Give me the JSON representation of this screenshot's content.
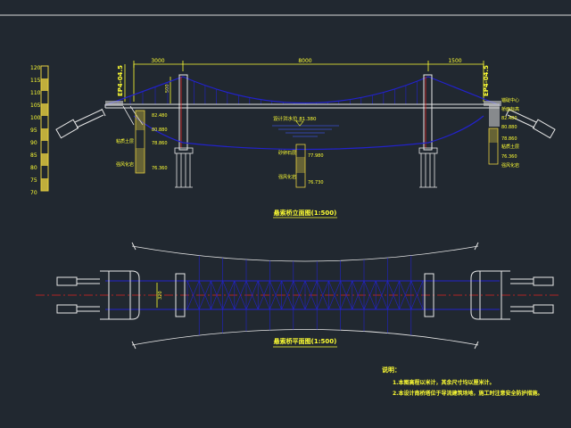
{
  "colors": {
    "background": "#212830",
    "frame": "#d8d8d8",
    "structure": "#e8e8e8",
    "cable": "#2222cc",
    "dimension": "#ffff33",
    "annotation": "#ffff33",
    "centerline": "#dd2222",
    "water": "#3a4fd0",
    "hatch": "#e8d040"
  },
  "elevation": {
    "title": "悬索桥立面图(1:500)",
    "dims": {
      "left_span": "3000",
      "main_span": "8000",
      "right_span": "1500",
      "tower_height": "500"
    },
    "left_anchor_label": "EP4-04.5",
    "right_anchor_label": "EP4-04.5",
    "design_water_level": "设计洪水位 81.380",
    "left_level_top": "82.480",
    "left_level_mid": "80.880",
    "left_level_low": "78.860",
    "left_level_bottom": "76.360",
    "mid_level_1": "77.980",
    "mid_level_2": "76.730",
    "right_level_top": "82.480",
    "right_level_mid": "80.880",
    "right_level_low": "78.860",
    "right_level_bottom": "76.360",
    "left_soil_1": "粘质土层",
    "left_soil_2": "强风化岩",
    "mid_soil_1": "砂卵石层",
    "mid_soil_2": "强风化岩",
    "right_soil_1": "粘质土层",
    "right_soil_2": "强风化岩",
    "right_label_top": "锚碇中心",
    "right_label_mid": "桥面标高",
    "scale_values": [
      "70",
      "75",
      "80",
      "85",
      "90",
      "95",
      "100",
      "105",
      "110",
      "115",
      "120"
    ]
  },
  "plan": {
    "title": "悬索桥平面图(1:500)",
    "deck_width": "320"
  },
  "notes": {
    "heading": "说明：",
    "line1": "1.本图高程以米计，其余尺寸均以厘米计。",
    "line2": "2.本设计南桥塔位于导流建筑场地，施工时注意安全防护措施。"
  }
}
